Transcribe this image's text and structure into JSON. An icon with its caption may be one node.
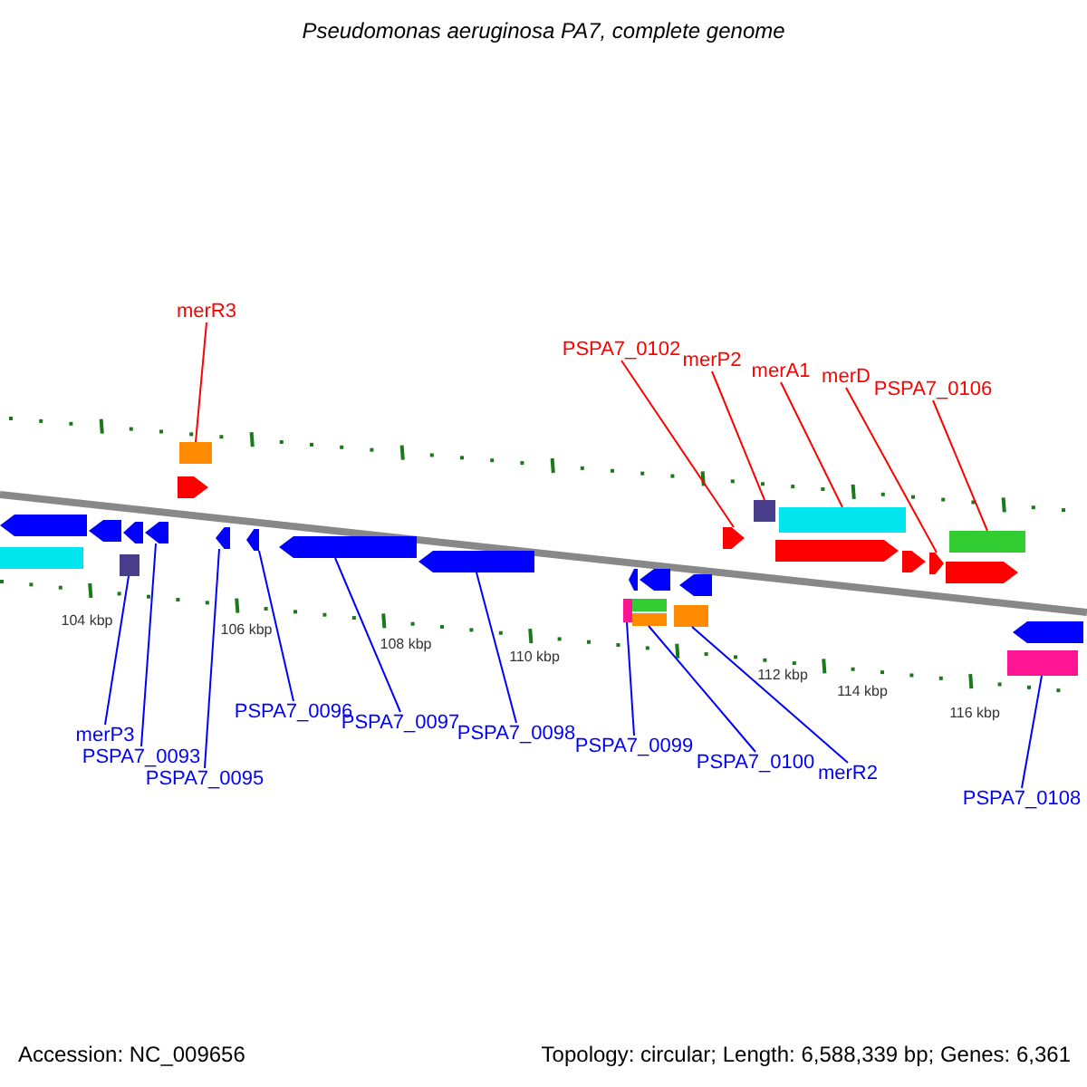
{
  "diagram": {
    "title": "Pseudomonas aeruginosa PA7, complete genome",
    "nodes": [
      {
        "text": [
          "merR3"
        ]
      },
      {
        "text": [
          "PSPA7_0102"
        ]
      },
      {
        "text": [
          "merP2"
        ]
      },
      {
        "text": [
          "merA1"
        ]
      },
      {
        "text": [
          "merD"
        ]
      },
      {
        "text": [
          "PSPA7_0106"
        ]
      },
      {
        "text": [
          "merP3"
        ]
      },
      {
        "text": [
          "PSPA7_0093"
        ]
      },
      {
        "text": [
          "PSPA7_0095"
        ]
      },
      {
        "text": [
          "PSPA7_0096"
        ]
      },
      {
        "text": [
          "PSPA7_0097"
        ]
      },
      {
        "text": [
          "PSPA7_0098"
        ]
      },
      {
        "text": [
          "PSPA7_0099"
        ]
      },
      {
        "text": [
          "PSPA7_0100"
        ]
      },
      {
        "text": [
          "merR2"
        ]
      },
      {
        "text": [
          "PSPA7_0108"
        ]
      },
      {
        "text": [],
        "shape": "box"
      },
      {
        "text": [],
        "shape": "arrow"
      },
      {
        "text": [],
        "shape": "arrow"
      },
      {
        "text": [],
        "shape": "box"
      },
      {
        "text": [],
        "shape": "arrow"
      },
      {
        "text": [],
        "shape": "arrow"
      },
      {
        "text": [],
        "shape": "arrow"
      },
      {
        "text": [],
        "shape": "box"
      },
      {
        "text": [],
        "shape": "arrow"
      },
      {
        "text": [],
        "shape": "arrow"
      },
      {
        "text": [],
        "shape": "arrow"
      },
      {
        "text": [],
        "shape": "arrow"
      },
      {
        "text": [],
        "shape": "box"
      },
      {
        "text": [],
        "shape": "arrow"
      },
      {
        "text": [],
        "shape": "box"
      },
      {
        "text": [],
        "shape": "box"
      },
      {
        "text": [],
        "shape": "arrow"
      },
      {
        "text": [],
        "shape": "box"
      },
      {
        "text": [],
        "shape": "arrow"
      },
      {
        "text": [],
        "shape": "arrow"
      },
      {
        "text": [],
        "shape": "box"
      },
      {
        "text": [],
        "shape": "arrow"
      },
      {
        "text": [],
        "shape": "box"
      },
      {
        "text": [],
        "shape": "arrow"
      },
      {
        "text": [],
        "shape": "arrow"
      },
      {
        "text": [],
        "shape": "arrow"
      },
      {
        "text": [],
        "shape": "box"
      },
      {
        "text": [],
        "shape": "box"
      },
      {
        "text": [],
        "shape": "arrow"
      }
    ],
    "edges": [
      {
        "from": 0,
        "to": 23,
        "arrow": "none",
        "color": "#ff0000"
      },
      {
        "from": 1,
        "to": 35,
        "arrow": "none",
        "color": "#ff0000"
      },
      {
        "from": 2,
        "to": 36,
        "arrow": "none",
        "color": "#ff0000"
      },
      {
        "from": 3,
        "to": 38,
        "arrow": "none",
        "color": "#ff0000"
      },
      {
        "from": 4,
        "to": 40,
        "arrow": "none",
        "color": "#ff0000"
      },
      {
        "from": 5,
        "to": 42,
        "arrow": "none",
        "color": "#ff0000"
      },
      {
        "from": 6,
        "to": 19,
        "arrow": "none"
      },
      {
        "from": 7,
        "to": 21,
        "arrow": "none"
      },
      {
        "from": 8,
        "to": 24,
        "arrow": "none"
      },
      {
        "from": 9,
        "to": 25,
        "arrow": "none"
      },
      {
        "from": 10,
        "to": 26,
        "arrow": "none"
      },
      {
        "from": 11,
        "to": 27,
        "arrow": "none"
      },
      {
        "from": 12,
        "to": 28,
        "arrow": "none"
      },
      {
        "from": 13,
        "to": 31,
        "arrow": "none"
      },
      {
        "from": 14,
        "to": 33,
        "arrow": "none"
      },
      {
        "from": 15,
        "to": 43,
        "arrow": "none"
      }
    ],
    "labels": [
      "104 kbp",
      "106 kbp",
      "108 kbp",
      "110 kbp",
      "112 kbp",
      "114 kbp",
      "116 kbp",
      "Accession: NC_009656",
      "Topology: circular; Length: 6,588,339 bp; Genes: 6,361"
    ]
  }
}
